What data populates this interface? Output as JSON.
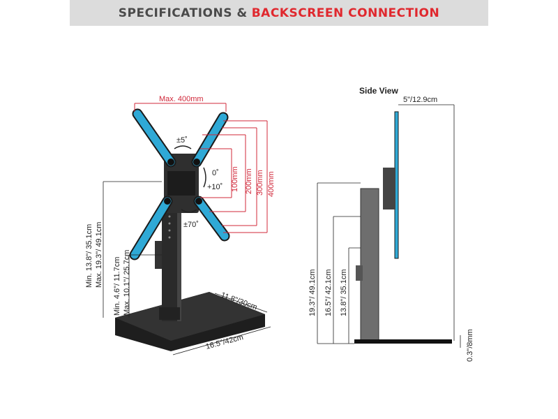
{
  "header": {
    "title_part1": "SPECIFICATIONS &",
    "title_part2": "BACKSCREEN CONNECTION",
    "accent_color": "#e0282e"
  },
  "front": {
    "vesa_max": "Max. 400mm",
    "vesa_100": "100mm",
    "vesa_200": "200mm",
    "vesa_300": "300mm",
    "vesa_400": "400mm",
    "swivel_small": "±5˚",
    "tilt_0": "0˚",
    "tilt_10": "+10˚",
    "swivel_70": "±70˚",
    "height_min": "Min. 13.8\"/ 35.1cm",
    "height_max": "Max. 19.3\"/ 49.1cm",
    "adj_min": "Min. 4.6\"/ 11.7cm",
    "adj_max": "Max. 10.1\"/ 25.7cm",
    "base_depth": "11.8\"/30cm",
    "base_width": "16.5\"/42cm"
  },
  "side": {
    "title": "Side View",
    "depth": "5\"/12.9cm",
    "h1": "19.3\"/ 49.1cm",
    "h2": "16.5\"/ 42.1cm",
    "h3": "13.8\"/ 35.1cm",
    "base_thickness": "0.3\"/8mm"
  },
  "colors": {
    "bracket": "#2fa9d6",
    "red_dim": "#d0283a",
    "black_part": "#2a2a2a"
  }
}
